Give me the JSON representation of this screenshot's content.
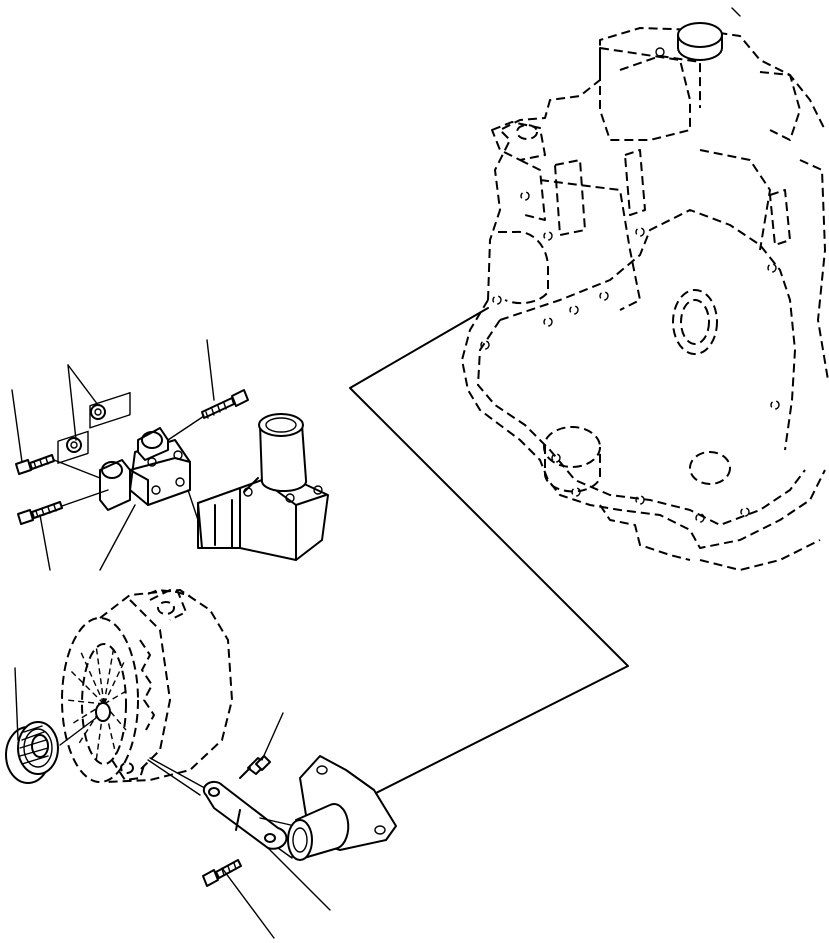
{
  "figure": {
    "kind": "exploded parts illustration",
    "colors": {
      "line": "#000000",
      "background": "#ffffff"
    },
    "components": [
      "engine-block",
      "water-outlet-housing",
      "alternator-mounting-bracket",
      "alternator",
      "alternator-pulley",
      "adjusting-link",
      "mounting-flange",
      "bolts",
      "nuts",
      "callout-leaders"
    ],
    "labels": []
  }
}
